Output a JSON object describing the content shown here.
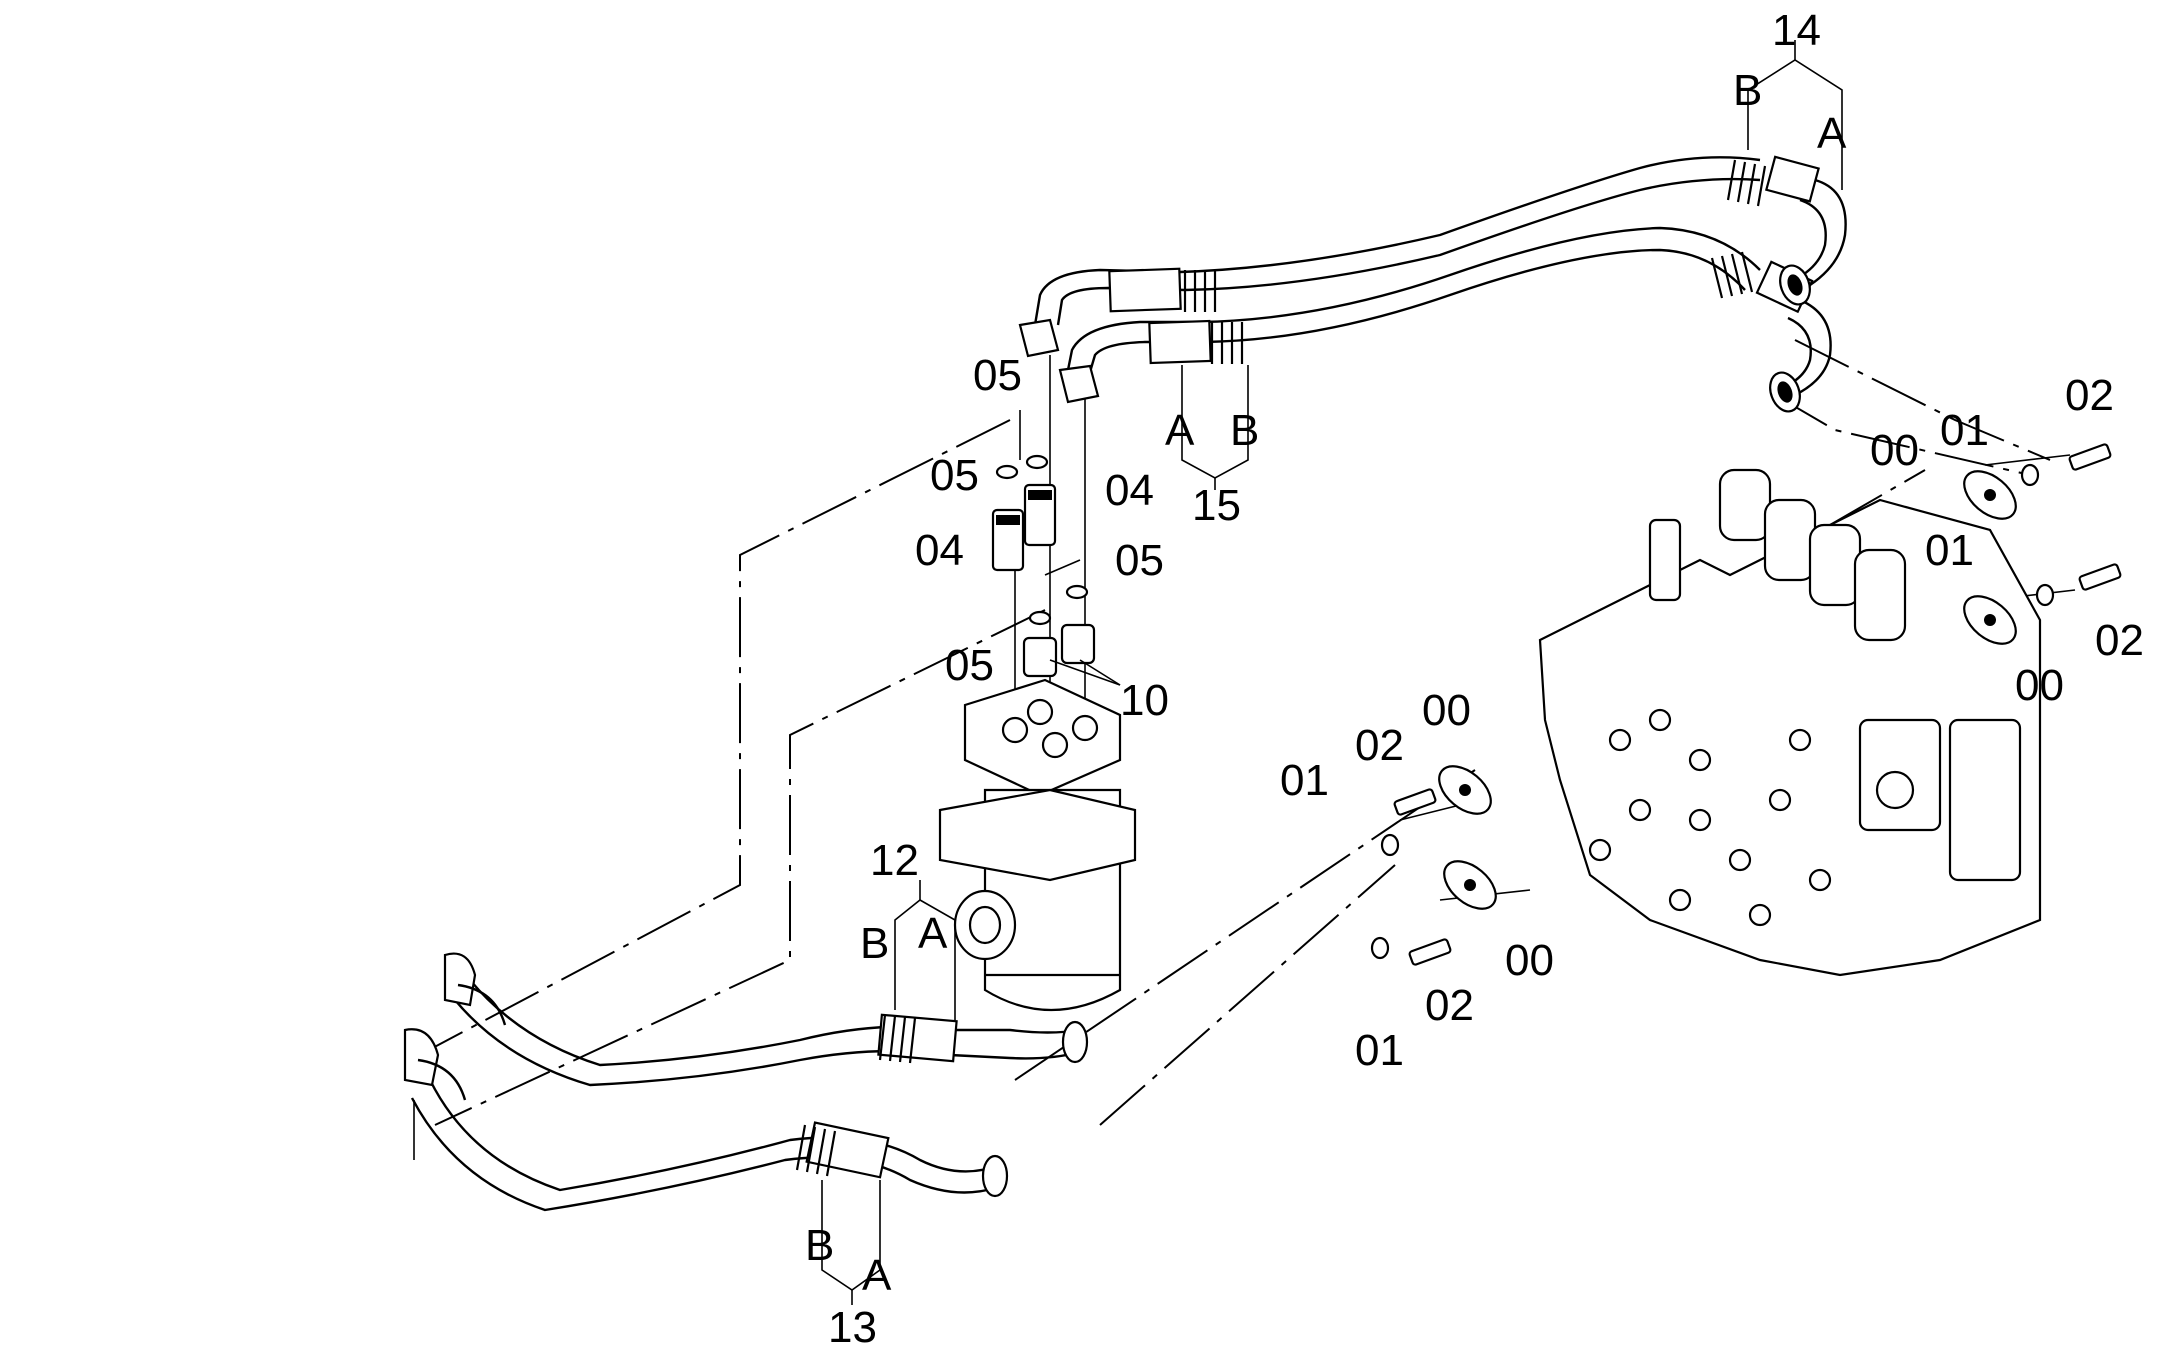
{
  "labels": {
    "hose_14": "14",
    "hose_15": "15",
    "hose_12": "12",
    "hose_13": "13",
    "end_a": "A",
    "end_b": "B",
    "part_00": "00",
    "part_01": "01",
    "part_02": "02",
    "part_04": "04",
    "part_05": "05",
    "part_10": "10"
  }
}
